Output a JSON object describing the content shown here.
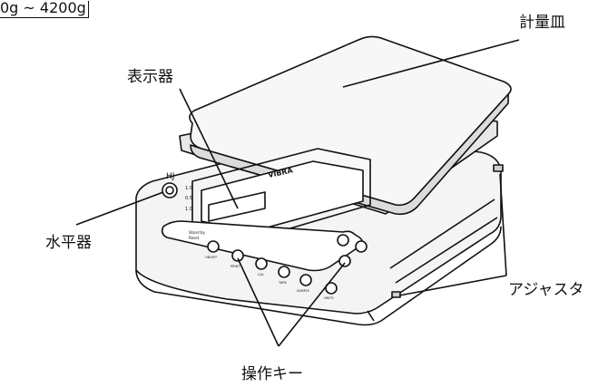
{
  "capacity_range": "0g ~ 4200g",
  "callouts": {
    "weighing_pan": "計量皿",
    "display": "表示器",
    "level": "水平器",
    "adjuster": "アジャスタ",
    "keys": "操作キー"
  },
  "device_markings": {
    "brand": "VIBRA",
    "model": "HJ",
    "indicator_1": "Stand by",
    "indicator_2": "Reset",
    "key_label_1": "ON/OFF",
    "key_label_2": "PRINT",
    "key_label_3": "CAL",
    "key_label_4": "TARE",
    "key_label_5": "SAMPLE",
    "key_label_6": "UNITS",
    "side_mark_1": "1.0",
    "side_mark_2": "0.5",
    "side_mark_3": "1.0"
  },
  "colors": {
    "line": "#111111",
    "body": "#f4f4f4",
    "shade": "#d9d9d9"
  }
}
